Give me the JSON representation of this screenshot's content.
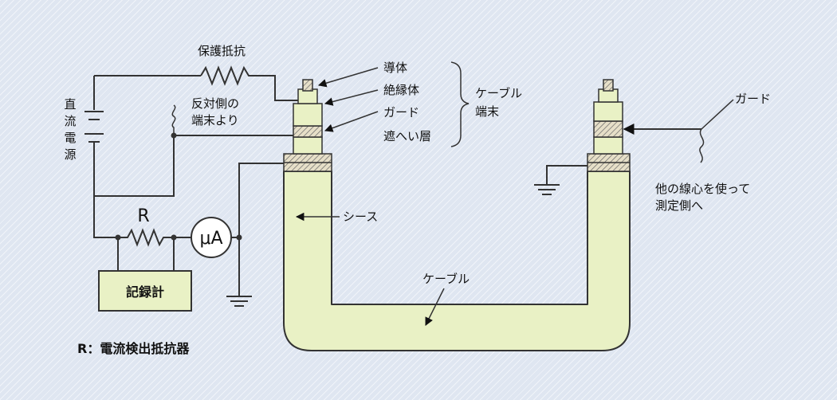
{
  "labels": {
    "protective_resistor": "保護抵抗",
    "dc_source_chars": [
      "直",
      "流",
      "電",
      "源"
    ],
    "other_side_line1": "反対側の",
    "other_side_line2": "端末より",
    "conductor": "導体",
    "insulator": "絶縁体",
    "guard": "ガード",
    "semiconductive_layer": "遮へい層",
    "cable_terminal_line1": "ケーブル",
    "cable_terminal_line2": "端末",
    "guard_right": "ガード",
    "other_core_line1": "他の線心を使って",
    "other_core_line2": "測定側へ",
    "sheath": "シース",
    "cable": "ケーブル",
    "resistor_r": "R",
    "microammeter": "μA",
    "recorder": "記録計",
    "legend": "R：電流検出抵抗器"
  },
  "colors": {
    "cable_fill": "#e9f1c5",
    "guard_band": "#e9e2cc",
    "wire": "#333333",
    "background": "#dfe6f1"
  }
}
